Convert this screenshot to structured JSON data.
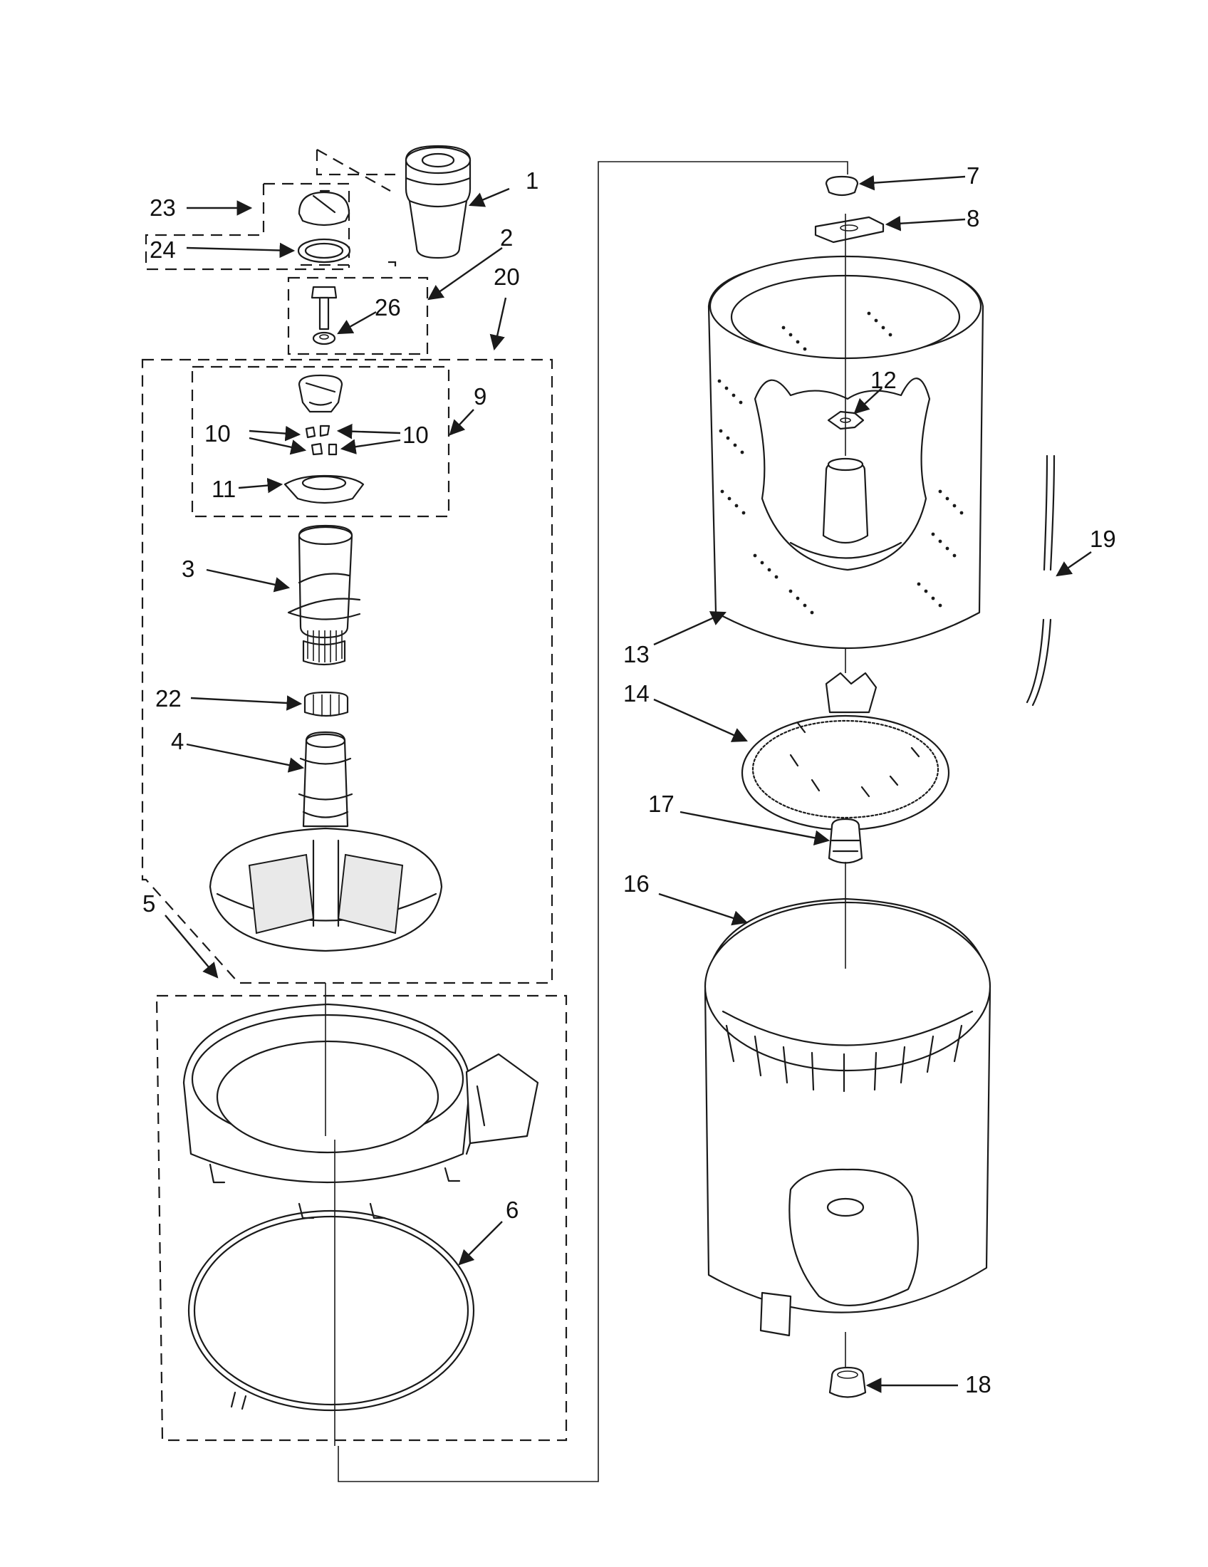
{
  "labels": {
    "p1": "1",
    "p2": "2",
    "p3": "3",
    "p4": "4",
    "p5": "5",
    "p6": "6",
    "p7": "7",
    "p8": "8",
    "p9": "9",
    "p10a": "10",
    "p10b": "10",
    "p11": "11",
    "p12": "12",
    "p13": "13",
    "p14": "14",
    "p16": "16",
    "p17": "17",
    "p18": "18",
    "p19": "19",
    "p20": "20",
    "p22": "22",
    "p23": "23",
    "p24": "24",
    "p26": "26"
  },
  "colors": {
    "line": "#1a1a1a",
    "background": "#ffffff"
  }
}
